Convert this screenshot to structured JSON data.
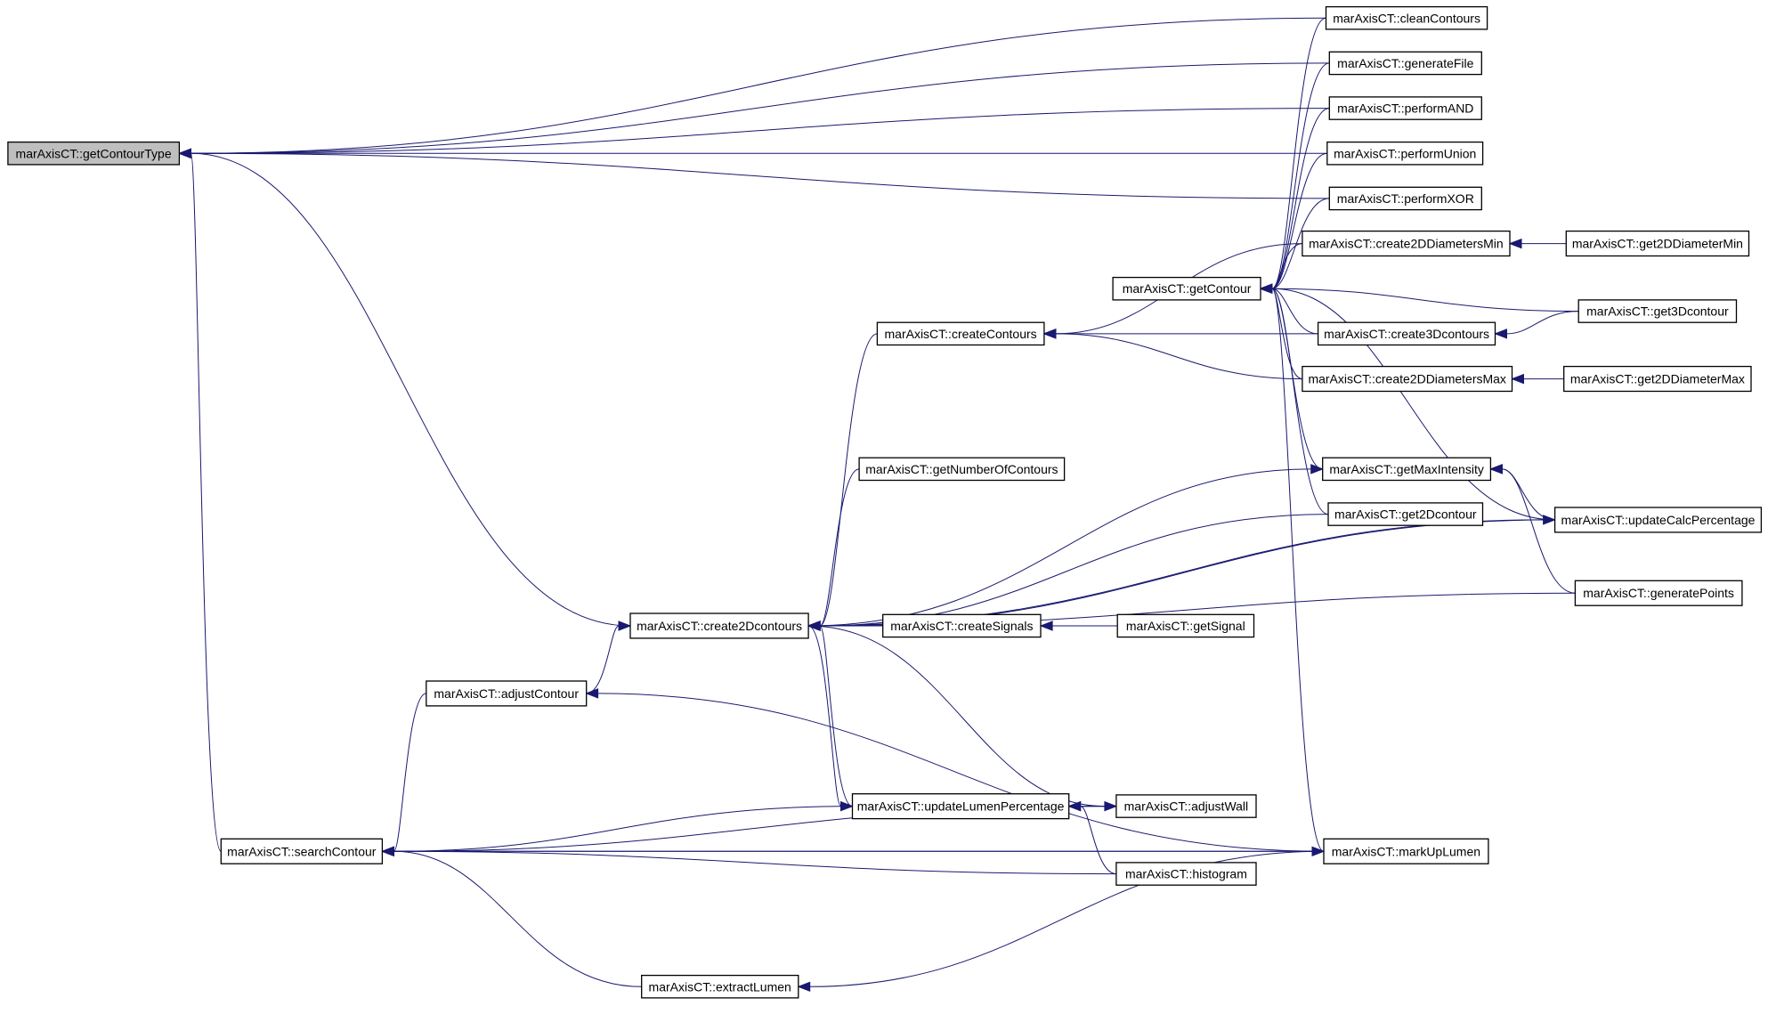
{
  "graph": {
    "nodes": [
      {
        "id": "getContourType",
        "label": "marAxisCT::getContourType",
        "root": true
      },
      {
        "id": "cleanContours",
        "label": "marAxisCT::cleanContours"
      },
      {
        "id": "generateFile",
        "label": "marAxisCT::generateFile"
      },
      {
        "id": "performAND",
        "label": "marAxisCT::performAND"
      },
      {
        "id": "performUnion",
        "label": "marAxisCT::performUnion"
      },
      {
        "id": "performXOR",
        "label": "marAxisCT::performXOR"
      },
      {
        "id": "create2DDiametersMin",
        "label": "marAxisCT::create2DDiametersMin"
      },
      {
        "id": "get2DDiameterMin",
        "label": "marAxisCT::get2DDiameterMin"
      },
      {
        "id": "getContour",
        "label": "marAxisCT::getContour"
      },
      {
        "id": "get3Dcontour",
        "label": "marAxisCT::get3Dcontour"
      },
      {
        "id": "createContours",
        "label": "marAxisCT::createContours"
      },
      {
        "id": "create3Dcontours",
        "label": "marAxisCT::create3Dcontours"
      },
      {
        "id": "create2DDiametersMax",
        "label": "marAxisCT::create2DDiametersMax"
      },
      {
        "id": "get2DDiameterMax",
        "label": "marAxisCT::get2DDiameterMax"
      },
      {
        "id": "getNumberOfContours",
        "label": "marAxisCT::getNumberOfContours"
      },
      {
        "id": "getMaxIntensity",
        "label": "marAxisCT::getMaxIntensity"
      },
      {
        "id": "get2Dcontour",
        "label": "marAxisCT::get2Dcontour"
      },
      {
        "id": "updateCalcPercentage",
        "label": "marAxisCT::updateCalcPercentage"
      },
      {
        "id": "generatePoints",
        "label": "marAxisCT::generatePoints"
      },
      {
        "id": "create2Dcontours",
        "label": "marAxisCT::create2Dcontours"
      },
      {
        "id": "createSignals",
        "label": "marAxisCT::createSignals"
      },
      {
        "id": "getSignal",
        "label": "marAxisCT::getSignal"
      },
      {
        "id": "adjustContour",
        "label": "marAxisCT::adjustContour"
      },
      {
        "id": "updateLumenPercentage",
        "label": "marAxisCT::updateLumenPercentage"
      },
      {
        "id": "adjustWall",
        "label": "marAxisCT::adjustWall"
      },
      {
        "id": "searchContour",
        "label": "marAxisCT::searchContour"
      },
      {
        "id": "markUpLumen",
        "label": "marAxisCT::markUpLumen"
      },
      {
        "id": "histogram",
        "label": "marAxisCT::histogram"
      },
      {
        "id": "extractLumen",
        "label": "marAxisCT::extractLumen"
      }
    ],
    "edges": [
      {
        "from": "cleanContours",
        "to": "getContourType"
      },
      {
        "from": "generateFile",
        "to": "getContourType"
      },
      {
        "from": "performAND",
        "to": "getContourType"
      },
      {
        "from": "performUnion",
        "to": "getContourType"
      },
      {
        "from": "performXOR",
        "to": "getContourType"
      },
      {
        "from": "create2Dcontours",
        "to": "getContourType"
      },
      {
        "from": "searchContour",
        "to": "getContourType"
      },
      {
        "from": "cleanContours",
        "to": "getContour"
      },
      {
        "from": "generateFile",
        "to": "getContour"
      },
      {
        "from": "performAND",
        "to": "getContour"
      },
      {
        "from": "performUnion",
        "to": "getContour"
      },
      {
        "from": "performXOR",
        "to": "getContour"
      },
      {
        "from": "create2DDiametersMin",
        "to": "getContour"
      },
      {
        "from": "get3Dcontour",
        "to": "getContour"
      },
      {
        "from": "create3Dcontours",
        "to": "getContour"
      },
      {
        "from": "create2DDiametersMax",
        "to": "getContour"
      },
      {
        "from": "getMaxIntensity",
        "to": "getContour"
      },
      {
        "from": "get2Dcontour",
        "to": "getContour"
      },
      {
        "from": "updateCalcPercentage",
        "to": "getContour"
      },
      {
        "from": "markUpLumen",
        "to": "getContour"
      },
      {
        "from": "get2DDiameterMin",
        "to": "create2DDiametersMin"
      },
      {
        "from": "get3Dcontour",
        "to": "create3Dcontours"
      },
      {
        "from": "get2DDiameterMax",
        "to": "create2DDiametersMax"
      },
      {
        "from": "create2DDiametersMin",
        "to": "createContours"
      },
      {
        "from": "create3Dcontours",
        "to": "createContours"
      },
      {
        "from": "create2DDiametersMax",
        "to": "createContours"
      },
      {
        "from": "createContours",
        "to": "create2Dcontours"
      },
      {
        "from": "getNumberOfContours",
        "to": "create2Dcontours"
      },
      {
        "from": "get2Dcontour",
        "to": "create2Dcontours"
      },
      {
        "from": "updateCalcPercentage",
        "to": "create2Dcontours"
      },
      {
        "from": "generatePoints",
        "to": "create2Dcontours"
      },
      {
        "from": "createSignals",
        "to": "create2Dcontours"
      },
      {
        "from": "adjustContour",
        "to": "create2Dcontours"
      },
      {
        "from": "updateLumenPercentage",
        "to": "create2Dcontours"
      },
      {
        "from": "getSignal",
        "to": "createSignals"
      },
      {
        "from": "create2Dcontours",
        "to": "getMaxIntensity"
      },
      {
        "from": "updateCalcPercentage",
        "to": "getMaxIntensity"
      },
      {
        "from": "generatePoints",
        "to": "getMaxIntensity"
      },
      {
        "from": "create2Dcontours",
        "to": "updateCalcPercentage"
      },
      {
        "from": "adjustWall",
        "to": "updateLumenPercentage"
      },
      {
        "from": "histogram",
        "to": "updateLumenPercentage"
      },
      {
        "from": "create2Dcontours",
        "to": "updateLumenPercentage"
      },
      {
        "from": "create2Dcontours",
        "to": "adjustWall"
      },
      {
        "from": "markUpLumen",
        "to": "adjustContour"
      },
      {
        "from": "adjustContour",
        "to": "searchContour"
      },
      {
        "from": "updateLumenPercentage",
        "to": "searchContour"
      },
      {
        "from": "adjustWall",
        "to": "searchContour"
      },
      {
        "from": "histogram",
        "to": "searchContour"
      },
      {
        "from": "markUpLumen",
        "to": "searchContour"
      },
      {
        "from": "extractLumen",
        "to": "searchContour"
      },
      {
        "from": "markUpLumen",
        "to": "extractLumen"
      },
      {
        "from": "searchContour",
        "to": "markUpLumen"
      }
    ]
  }
}
